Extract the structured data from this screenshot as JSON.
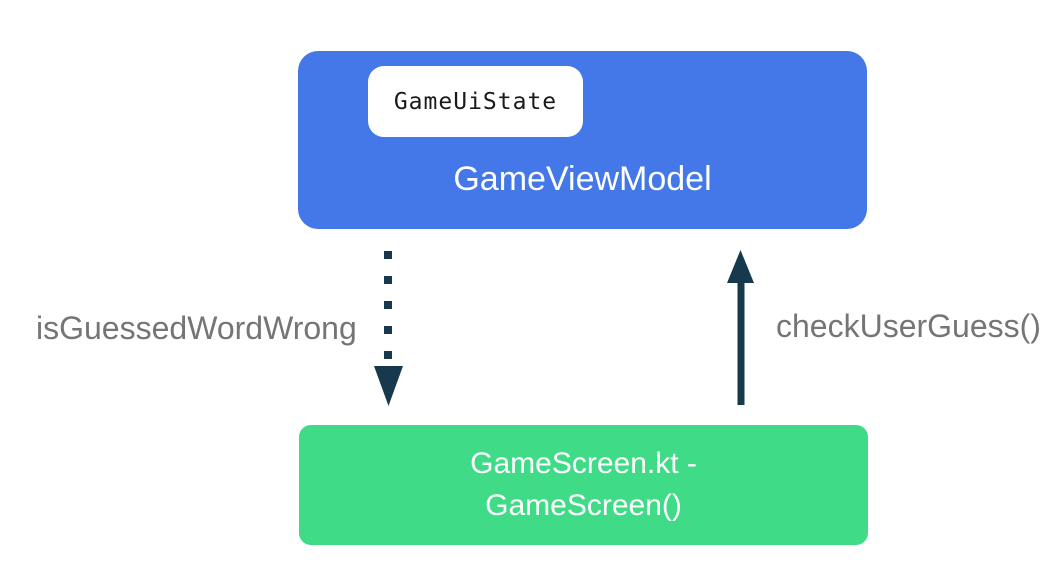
{
  "diagram": {
    "viewmodel_box": {
      "title": "GameViewModel",
      "chip_label": "GameUiState"
    },
    "screen_box": {
      "title_line1": "GameScreen.kt -",
      "title_line2": "GameScreen()"
    },
    "arrows": {
      "down": {
        "label": "isGuessedWordWrong",
        "style": "dotted",
        "from": "GameViewModel",
        "to": "GameScreen"
      },
      "up": {
        "label": "checkUserGuess()",
        "style": "solid",
        "from": "GameScreen",
        "to": "GameViewModel"
      }
    },
    "colors": {
      "blue": "#4478E8",
      "green": "#40DB87",
      "arrow": "#16394E",
      "label": "#757575"
    }
  }
}
